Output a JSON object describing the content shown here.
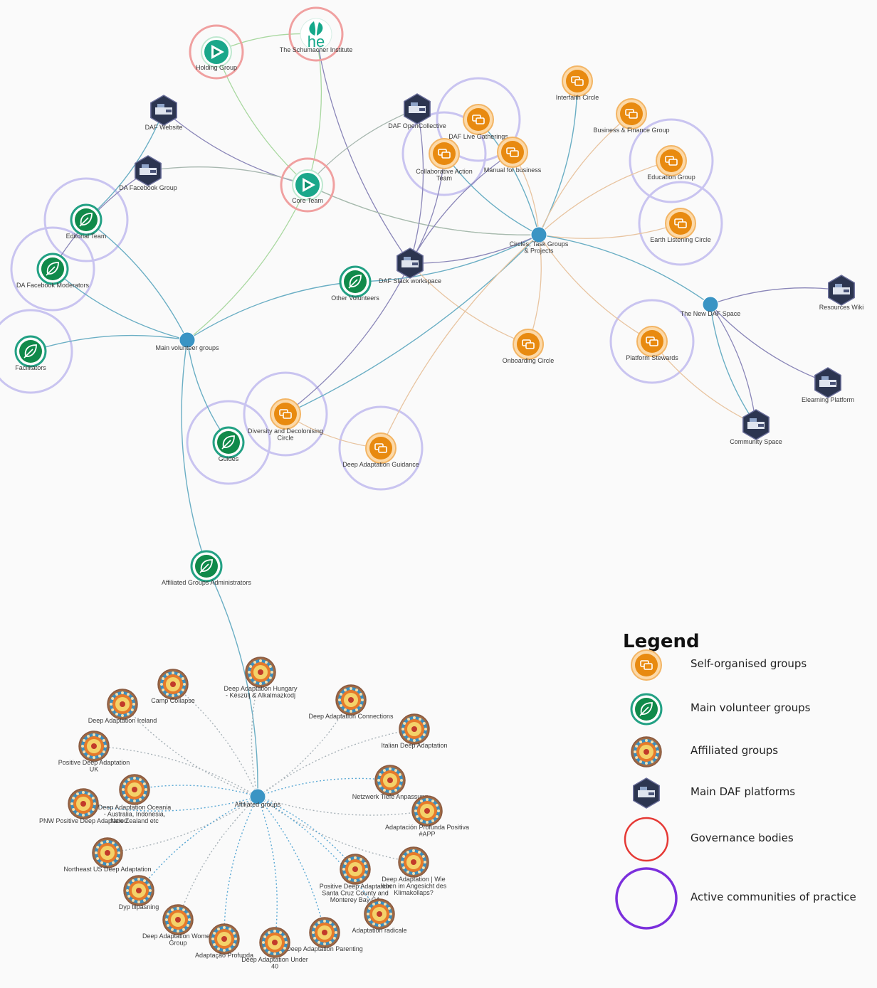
{
  "legend": {
    "title": "Legend",
    "items": [
      {
        "kind": "self",
        "label": "Self-organised groups"
      },
      {
        "kind": "volunteer",
        "label": "Main volunteer groups"
      },
      {
        "kind": "affiliated",
        "label": "Affiliated groups"
      },
      {
        "kind": "platform",
        "label": "Main DAF platforms"
      },
      {
        "kind": "governance",
        "label": "Governance bodies"
      },
      {
        "kind": "cop",
        "label": "Active communities of practice"
      }
    ]
  },
  "colors": {
    "self_organised": "#f0a030",
    "volunteer": "#1f9a7a",
    "hub": "#3a94c4",
    "governance_ring": "#f08a8a",
    "cop_ring": "#c9c4f0",
    "legend_governance": "#e53935",
    "legend_cop": "#7b2fdc"
  },
  "nodes": [
    {
      "id": "holding",
      "type": "governance",
      "label": [
        "Holding Group"
      ]
    },
    {
      "id": "schumacher",
      "type": "schumacher",
      "label": [
        "The Schumacher Institute"
      ]
    },
    {
      "id": "core",
      "type": "governance",
      "label": [
        "Core Team"
      ]
    },
    {
      "id": "dafweb",
      "type": "platform",
      "label": [
        "DAF Website"
      ]
    },
    {
      "id": "dafoc",
      "type": "platform",
      "label": [
        "DAF OpenCollective"
      ]
    },
    {
      "id": "dafb",
      "type": "platform",
      "label": [
        "DA Facebook Group"
      ]
    },
    {
      "id": "slack",
      "type": "platform",
      "label": [
        "DAF Slack workspace"
      ]
    },
    {
      "id": "reswiki",
      "type": "platform",
      "label": [
        "Resources Wiki"
      ]
    },
    {
      "id": "elearn",
      "type": "platform",
      "label": [
        "Elearning Platform"
      ]
    },
    {
      "id": "community",
      "type": "platform",
      "label": [
        "Community Space"
      ]
    },
    {
      "id": "editorial",
      "type": "volunteer",
      "cop": true,
      "label": [
        "Editorial Team"
      ]
    },
    {
      "id": "fbmods",
      "type": "volunteer",
      "cop": true,
      "label": [
        "DA Facebook Moderators"
      ]
    },
    {
      "id": "facilitators",
      "type": "volunteer",
      "cop": true,
      "label": [
        "Facilitators"
      ]
    },
    {
      "id": "othervol",
      "type": "volunteer",
      "label": [
        "Other Volunteers"
      ]
    },
    {
      "id": "guides",
      "type": "volunteer",
      "cop": true,
      "label": [
        "Guides"
      ]
    },
    {
      "id": "affadmins",
      "type": "volunteer",
      "label": [
        "Affiliated Groups Administrators"
      ]
    },
    {
      "id": "mainvol",
      "type": "hub",
      "label": [
        "Main volunteer groups"
      ]
    },
    {
      "id": "circles",
      "type": "hub",
      "label": [
        "Circles, Task Groups",
        "& Projects"
      ]
    },
    {
      "id": "newspace",
      "type": "hub",
      "label": [
        "The New DAF Space"
      ]
    },
    {
      "id": "affhub",
      "type": "hub",
      "label": [
        "Affiliated groups"
      ]
    },
    {
      "id": "interfaith",
      "type": "self",
      "label": [
        "Interfaith Circle"
      ]
    },
    {
      "id": "business",
      "type": "self",
      "label": [
        "Business & Finance Group"
      ]
    },
    {
      "id": "live",
      "type": "self",
      "cop": true,
      "label": [
        "DAF Live Gatherings"
      ]
    },
    {
      "id": "collab",
      "type": "self",
      "cop": true,
      "label": [
        "Collaborative Action",
        "Team"
      ]
    },
    {
      "id": "manual",
      "type": "self",
      "label": [
        "Manual for business"
      ]
    },
    {
      "id": "education",
      "type": "self",
      "cop": true,
      "label": [
        "Education Group"
      ]
    },
    {
      "id": "earth",
      "type": "self",
      "cop": true,
      "label": [
        "Earth Listening Circle"
      ]
    },
    {
      "id": "onboarding",
      "type": "self",
      "label": [
        "Onboarding Circle"
      ]
    },
    {
      "id": "platstew",
      "type": "self",
      "cop": true,
      "label": [
        "Platform Stewards"
      ]
    },
    {
      "id": "diversity",
      "type": "self",
      "cop": true,
      "label": [
        "Diversity and Decolonising",
        "Circle"
      ]
    },
    {
      "id": "guidance",
      "type": "self",
      "cop": true,
      "label": [
        "Deep Adaptation Guidance"
      ]
    },
    {
      "id": "hungary",
      "type": "affiliated",
      "label": [
        "Deep Adaptation Hungary",
        "- Készülj & Alkalmazkodj"
      ]
    },
    {
      "id": "camp",
      "type": "affiliated",
      "label": [
        "Camp Collapse"
      ]
    },
    {
      "id": "ireland",
      "type": "affiliated",
      "label": [
        "Deep Adaptation Ireland"
      ]
    },
    {
      "id": "connections",
      "type": "affiliated",
      "label": [
        "Deep Adaptation Connections"
      ]
    },
    {
      "id": "italian",
      "type": "affiliated",
      "label": [
        "Italian Deep Adaptation"
      ]
    },
    {
      "id": "pdauk",
      "type": "affiliated",
      "label": [
        "Positive Deep Adaptation",
        "UK"
      ]
    },
    {
      "id": "netzwerk",
      "type": "affiliated",
      "label": [
        "Netzwerk Tiefe Anpassung"
      ]
    },
    {
      "id": "oceania",
      "type": "affiliated",
      "label": [
        "Deep Adaptation Oceania",
        "- Australia, Indonesia,",
        "New Zealand etc"
      ]
    },
    {
      "id": "pnw",
      "type": "affiliated",
      "label": [
        "PNW Positive Deep Adaptation"
      ]
    },
    {
      "id": "adaptacion",
      "type": "affiliated",
      "label": [
        "Adaptación Profunda Positiva",
        "#APP"
      ]
    },
    {
      "id": "northeast",
      "type": "affiliated",
      "label": [
        "Northeast US Deep Adaptation"
      ]
    },
    {
      "id": "wie",
      "type": "affiliated",
      "label": [
        "Deep Adaptation | Wie",
        "leben im Angesicht des",
        "Klimakollaps?"
      ]
    },
    {
      "id": "santacruz",
      "type": "affiliated",
      "label": [
        "Positive Deep Adaptation",
        "Santa Cruz County and",
        "Monterey Bay CA"
      ]
    },
    {
      "id": "dyp",
      "type": "affiliated",
      "label": [
        "Dyp tilpasning"
      ]
    },
    {
      "id": "radicale",
      "type": "affiliated",
      "label": [
        "Adaptation radicale"
      ]
    },
    {
      "id": "women",
      "type": "affiliated",
      "label": [
        "Deep Adaptation Women",
        "Group"
      ]
    },
    {
      "id": "parenting",
      "type": "affiliated",
      "label": [
        "Deep Adaptation Parenting"
      ]
    },
    {
      "id": "adaptacao",
      "type": "affiliated",
      "label": [
        "Adaptação Profunda"
      ]
    },
    {
      "id": "under40",
      "type": "affiliated",
      "label": [
        "Deep Adaptation Under",
        "40"
      ]
    }
  ],
  "edges": [
    {
      "from": "holding",
      "to": "schumacher",
      "style": "green"
    },
    {
      "from": "holding",
      "to": "core",
      "style": "green"
    },
    {
      "from": "schumacher",
      "to": "core",
      "style": "green"
    },
    {
      "from": "schumacher",
      "to": "slack",
      "style": "purple"
    },
    {
      "from": "core",
      "to": "dafweb",
      "style": "purple"
    },
    {
      "from": "core",
      "to": "dafb",
      "style": "grey"
    },
    {
      "from": "core",
      "to": "dafoc",
      "style": "grey"
    },
    {
      "from": "core",
      "to": "circles",
      "style": "green"
    },
    {
      "from": "core",
      "to": "mainvol",
      "style": "green"
    },
    {
      "from": "core",
      "to": "circles",
      "style": "grey"
    },
    {
      "from": "dafweb",
      "to": "editorial",
      "style": "blue"
    },
    {
      "from": "dafb",
      "to": "fbmods",
      "style": "purple"
    },
    {
      "from": "editorial",
      "to": "mainvol",
      "style": "blue"
    },
    {
      "from": "fbmods",
      "to": "mainvol",
      "style": "blue"
    },
    {
      "from": "facilitators",
      "to": "mainvol",
      "style": "blue"
    },
    {
      "from": "othervol",
      "to": "mainvol",
      "style": "blue"
    },
    {
      "from": "guides",
      "to": "mainvol",
      "style": "blue"
    },
    {
      "from": "mainvol",
      "to": "affadmins",
      "style": "blue"
    },
    {
      "from": "affadmins",
      "to": "affhub",
      "style": "blue"
    },
    {
      "from": "othervol",
      "to": "circles",
      "style": "blue"
    },
    {
      "from": "dafoc",
      "to": "slack",
      "style": "purple"
    },
    {
      "from": "slack",
      "to": "onboarding",
      "style": "orange"
    },
    {
      "from": "slack",
      "to": "diversity",
      "style": "purple"
    },
    {
      "from": "slack",
      "to": "circles",
      "style": "purple"
    },
    {
      "from": "collab",
      "to": "slack",
      "style": "purple"
    },
    {
      "from": "manual",
      "to": "slack",
      "style": "purple"
    },
    {
      "from": "interfaith",
      "to": "circles",
      "style": "blue"
    },
    {
      "from": "business",
      "to": "circles",
      "style": "orange"
    },
    {
      "from": "live",
      "to": "circles",
      "style": "blue"
    },
    {
      "from": "collab",
      "to": "circles",
      "style": "blue"
    },
    {
      "from": "manual",
      "to": "circles",
      "style": "orange"
    },
    {
      "from": "education",
      "to": "circles",
      "style": "orange"
    },
    {
      "from": "earth",
      "to": "circles",
      "style": "orange"
    },
    {
      "from": "onboarding",
      "to": "circles",
      "style": "orange"
    },
    {
      "from": "platstew",
      "to": "circles",
      "style": "orange"
    },
    {
      "from": "diversity",
      "to": "circles",
      "style": "blue"
    },
    {
      "from": "guidance",
      "to": "circles",
      "style": "orange"
    },
    {
      "from": "diversity",
      "to": "guidance",
      "style": "orange"
    },
    {
      "from": "circles",
      "to": "newspace",
      "style": "blue"
    },
    {
      "from": "platstew",
      "to": "community",
      "style": "orange"
    },
    {
      "from": "newspace",
      "to": "reswiki",
      "style": "purple"
    },
    {
      "from": "newspace",
      "to": "elearn",
      "style": "purple"
    },
    {
      "from": "newspace",
      "to": "community",
      "style": "purple"
    },
    {
      "from": "newspace",
      "to": "community",
      "style": "blue"
    },
    {
      "from": "affhub",
      "to": "hungary",
      "style": "dotted-grey"
    },
    {
      "from": "affhub",
      "to": "camp",
      "style": "dotted-grey"
    },
    {
      "from": "affhub",
      "to": "ireland",
      "style": "dotted-grey"
    },
    {
      "from": "affhub",
      "to": "connections",
      "style": "dotted-grey"
    },
    {
      "from": "affhub",
      "to": "italian",
      "style": "dotted-grey"
    },
    {
      "from": "affhub",
      "to": "pdauk",
      "style": "dotted-grey"
    },
    {
      "from": "affhub",
      "to": "netzwerk",
      "style": "dotted-blue"
    },
    {
      "from": "affhub",
      "to": "oceania",
      "style": "dotted-blue"
    },
    {
      "from": "affhub",
      "to": "pnw",
      "style": "dotted-blue"
    },
    {
      "from": "affhub",
      "to": "adaptacion",
      "style": "dotted-grey"
    },
    {
      "from": "affhub",
      "to": "northeast",
      "style": "dotted-grey"
    },
    {
      "from": "affhub",
      "to": "wie",
      "style": "dotted-grey"
    },
    {
      "from": "affhub",
      "to": "santacruz",
      "style": "dotted-blue"
    },
    {
      "from": "affhub",
      "to": "dyp",
      "style": "dotted-blue"
    },
    {
      "from": "affhub",
      "to": "radicale",
      "style": "dotted-blue"
    },
    {
      "from": "affhub",
      "to": "women",
      "style": "dotted-grey"
    },
    {
      "from": "affhub",
      "to": "parenting",
      "style": "dotted-blue"
    },
    {
      "from": "affhub",
      "to": "adaptacao",
      "style": "dotted-blue"
    },
    {
      "from": "affhub",
      "to": "under40",
      "style": "dotted-blue"
    }
  ]
}
